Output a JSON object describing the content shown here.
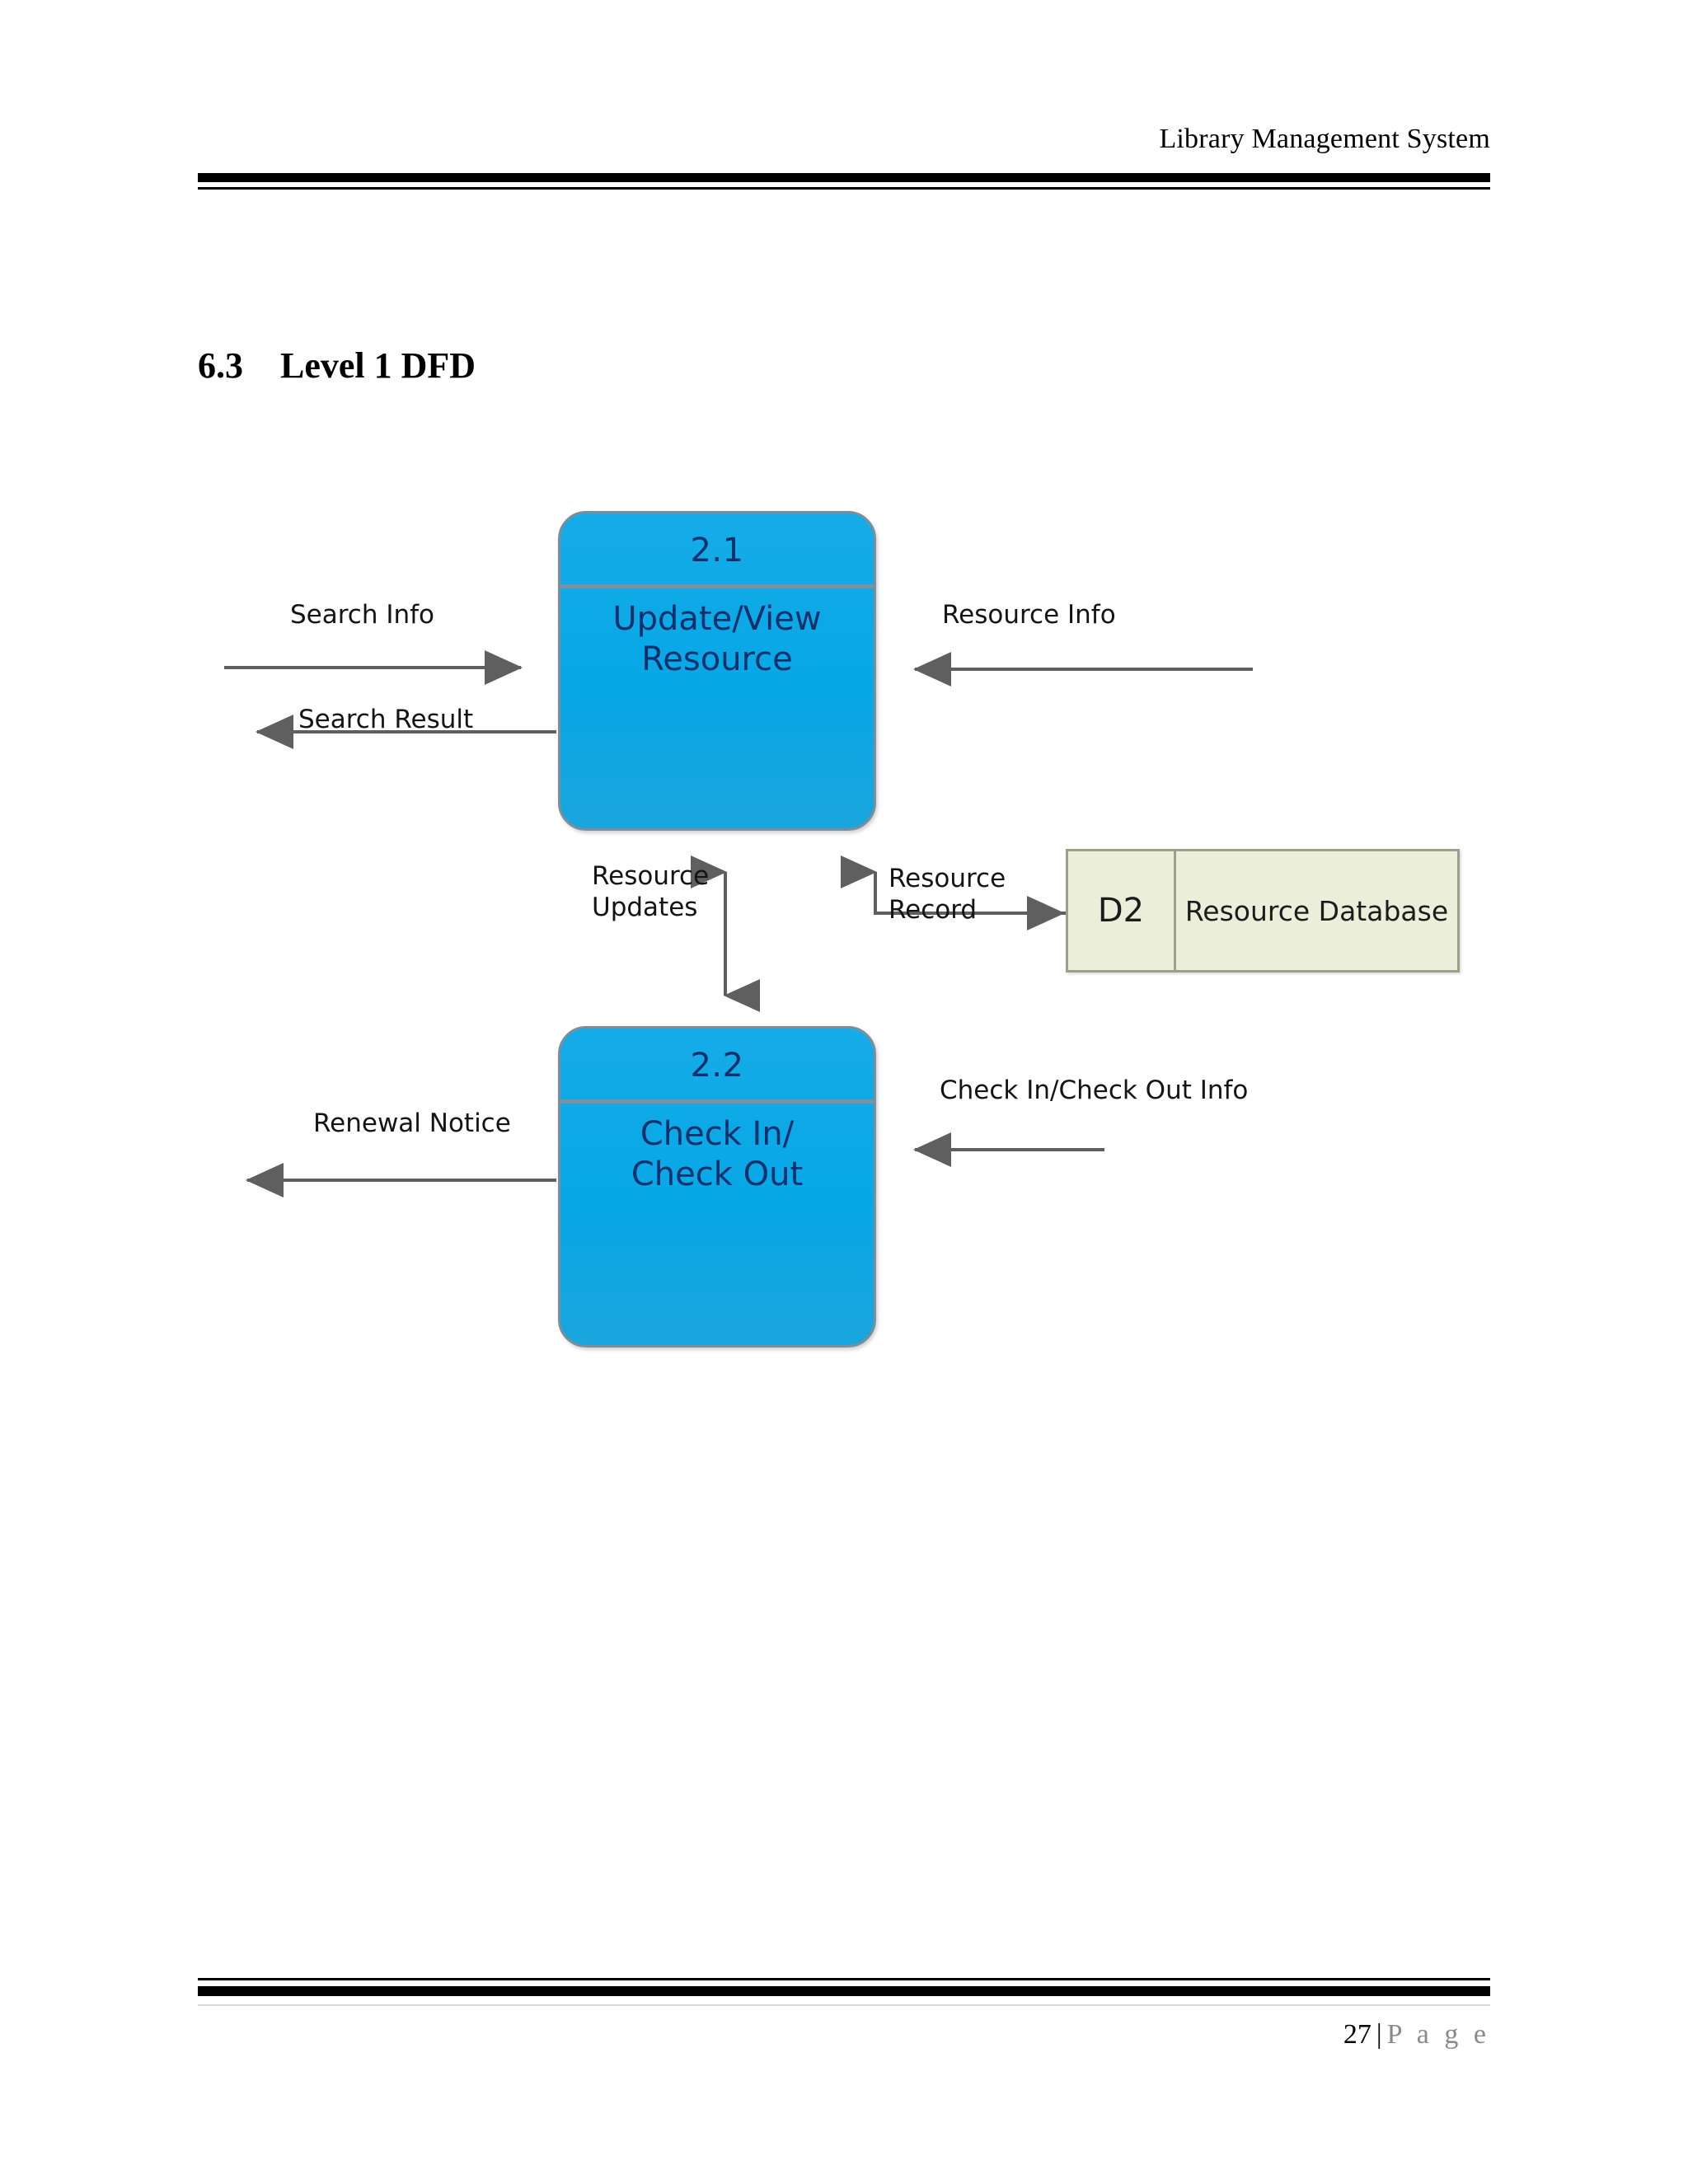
{
  "header": {
    "title": "Library Management System"
  },
  "heading": {
    "number": "6.3",
    "text": "Level 1 DFD"
  },
  "footer": {
    "page_number": "27",
    "separator": "|",
    "page_word": "P a g e"
  },
  "diagram": {
    "type": "data-flow-diagram",
    "level": "Level 1 DFD",
    "colors": {
      "process_fill": "#07a7e6",
      "process_border": "#7d8e99",
      "process_text": "#10306b",
      "datastore_fill": "#ebefda",
      "datastore_border": "#9aa08c",
      "flow_line": "#5f5f5f",
      "flow_text": "#141414"
    },
    "processes": [
      {
        "id": "2.1",
        "name_lines": [
          "Update/View",
          "Resource"
        ]
      },
      {
        "id": "2.2",
        "name_lines": [
          "Check In/",
          "Check Out"
        ]
      }
    ],
    "datastores": [
      {
        "id": "D2",
        "label": "Resource Database"
      }
    ],
    "flows": [
      {
        "label": "Search Info",
        "from": "external-entity",
        "to": "2.1",
        "direction": "right"
      },
      {
        "label": "Search Result",
        "from": "2.1",
        "to": "external-entity",
        "direction": "left"
      },
      {
        "label": "Resource Info",
        "from": "external-entity",
        "to": "2.1",
        "direction": "left"
      },
      {
        "label_lines": [
          "Resource",
          "Updates"
        ],
        "from": "2.1",
        "to": "2.2",
        "direction": "bidirectional-vertical"
      },
      {
        "label_lines": [
          "Resource",
          "Record"
        ],
        "from": "2.1",
        "to": "D2",
        "direction": "elbow-right"
      },
      {
        "label": "Check In/Check Out Info",
        "from": "external-entity",
        "to": "2.2",
        "direction": "left"
      },
      {
        "label": "Renewal Notice",
        "from": "2.2",
        "to": "external-entity",
        "direction": "left"
      }
    ]
  }
}
